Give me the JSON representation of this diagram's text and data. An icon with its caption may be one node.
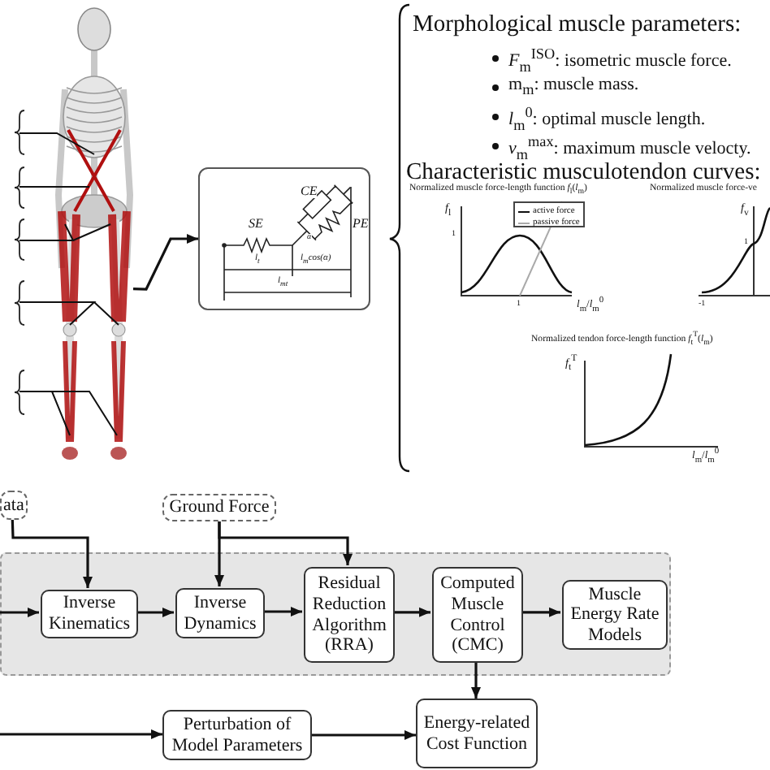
{
  "diagram": {
    "nodes": [
      {
        "text": [],
        "shape": "picture"
      },
      {
        "text": [
          "SE",
          "CE",
          "PE",
          "α",
          "l$_{t}$",
          "l$_{m}$cos(α)",
          "l$_{mt}$"
        ]
      },
      {
        "text": [
          "ata"
        ]
      },
      {
        "text": [
          "Ground Force"
        ]
      },
      {
        "text": [],
        "shape": "box"
      },
      {
        "text": [
          "Inverse Kinematics"
        ],
        "in": 4
      },
      {
        "text": [
          "Inverse Dynamics"
        ],
        "in": 4
      },
      {
        "text": [
          "Residual Reduction Algorithm (RRA)"
        ],
        "in": 4
      },
      {
        "text": [
          "Computed Muscle Control (CMC)"
        ],
        "in": 4
      },
      {
        "text": [
          "Muscle Energy Rate Models"
        ],
        "in": 4
      },
      {
        "text": [
          "Perturbation of Model Parameters"
        ]
      },
      {
        "text": [
          "Energy-related Cost Function"
        ]
      }
    ],
    "edges": [
      {
        "from": 0,
        "to": 1,
        "arrow": "to"
      },
      {
        "from": null,
        "to": 5,
        "arrow": "to"
      },
      {
        "from": 2,
        "to": 5,
        "arrow": "to"
      },
      {
        "from": 3,
        "to": 6,
        "arrow": "to"
      },
      {
        "from": 3,
        "to": 7,
        "arrow": "to"
      },
      {
        "from": 5,
        "to": 6,
        "arrow": "to"
      },
      {
        "from": 6,
        "to": 7,
        "arrow": "to"
      },
      {
        "from": 7,
        "to": 8,
        "arrow": "to"
      },
      {
        "from": 8,
        "to": 9,
        "arrow": "to"
      },
      {
        "from": 8,
        "to": 11,
        "arrow": "to"
      },
      {
        "from": null,
        "to": 10,
        "arrow": "to"
      },
      {
        "from": 10,
        "to": 11,
        "arrow": "to"
      }
    ],
    "labels": [
      "Morphological muscle parameters:",
      "*F*$_{m}$$^{ISO}$: isometric muscle force.",
      "m$_{m}$: muscle mass.",
      "*l*$_{m}$$^{0}$: optimal muscle length.",
      "*v*$_{m}$$^{max}$: maximum muscle velocty.",
      "Characteristic musculotendon curves:",
      "Normalized muscle force-length function *f*$_{l}$(*l*$_{m}$)",
      "*f*$_{l}$",
      "1",
      "1",
      "*l*$_{m}$/*l*$_{m}$$^{0}$",
      "Normalized muscle force-ve",
      "*f*$_{v}$",
      "1",
      "-1",
      "Normalized tendon force-length function *f*$_{t}$$^{T}$(*l*$_{m}$)",
      "*f*$_{t}$$^{T}$",
      "*l*$_{m}$/*l*$_{m}$$^{0}$"
    ],
    "legend": [
      {
        "text": "active force"
      },
      {
        "text": "passive force"
      }
    ]
  }
}
